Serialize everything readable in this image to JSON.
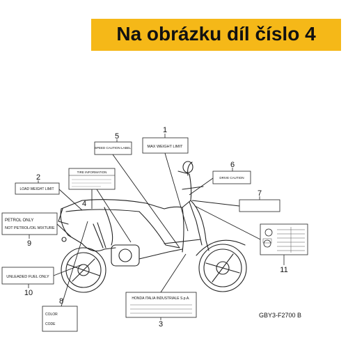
{
  "banner": {
    "text": "Na obrázku díl číslo 4",
    "color": "#f5b818"
  },
  "callouts": {
    "n1": "1",
    "n2": "2",
    "n3": "3",
    "n4": "4",
    "n5": "5",
    "n6": "6",
    "n7": "7",
    "n8": "8",
    "n9": "9",
    "n10": "10",
    "n11": "11"
  },
  "labels": {
    "max_weight": "MAX WEIGHT LIMIT",
    "label_5": "SPEED CAUTION LABEL",
    "caution_label_4": "TIRE INFORMATION",
    "load_weight_2": "LOAD WEIGHT LIMIT",
    "label_6": "DRIVE CAUTION",
    "petrol_line1": "PETROL ONLY",
    "petrol_line2": "NOT PETROL/OIL MIXTURE",
    "unleaded": "UNLEADED FUEL ONLY",
    "honda": "HONDA ITALIA INDUSTRIALE S.p.A.",
    "color": "COLOR",
    "code": "CODE"
  },
  "diagram_code": "GBY3-F2700 B"
}
